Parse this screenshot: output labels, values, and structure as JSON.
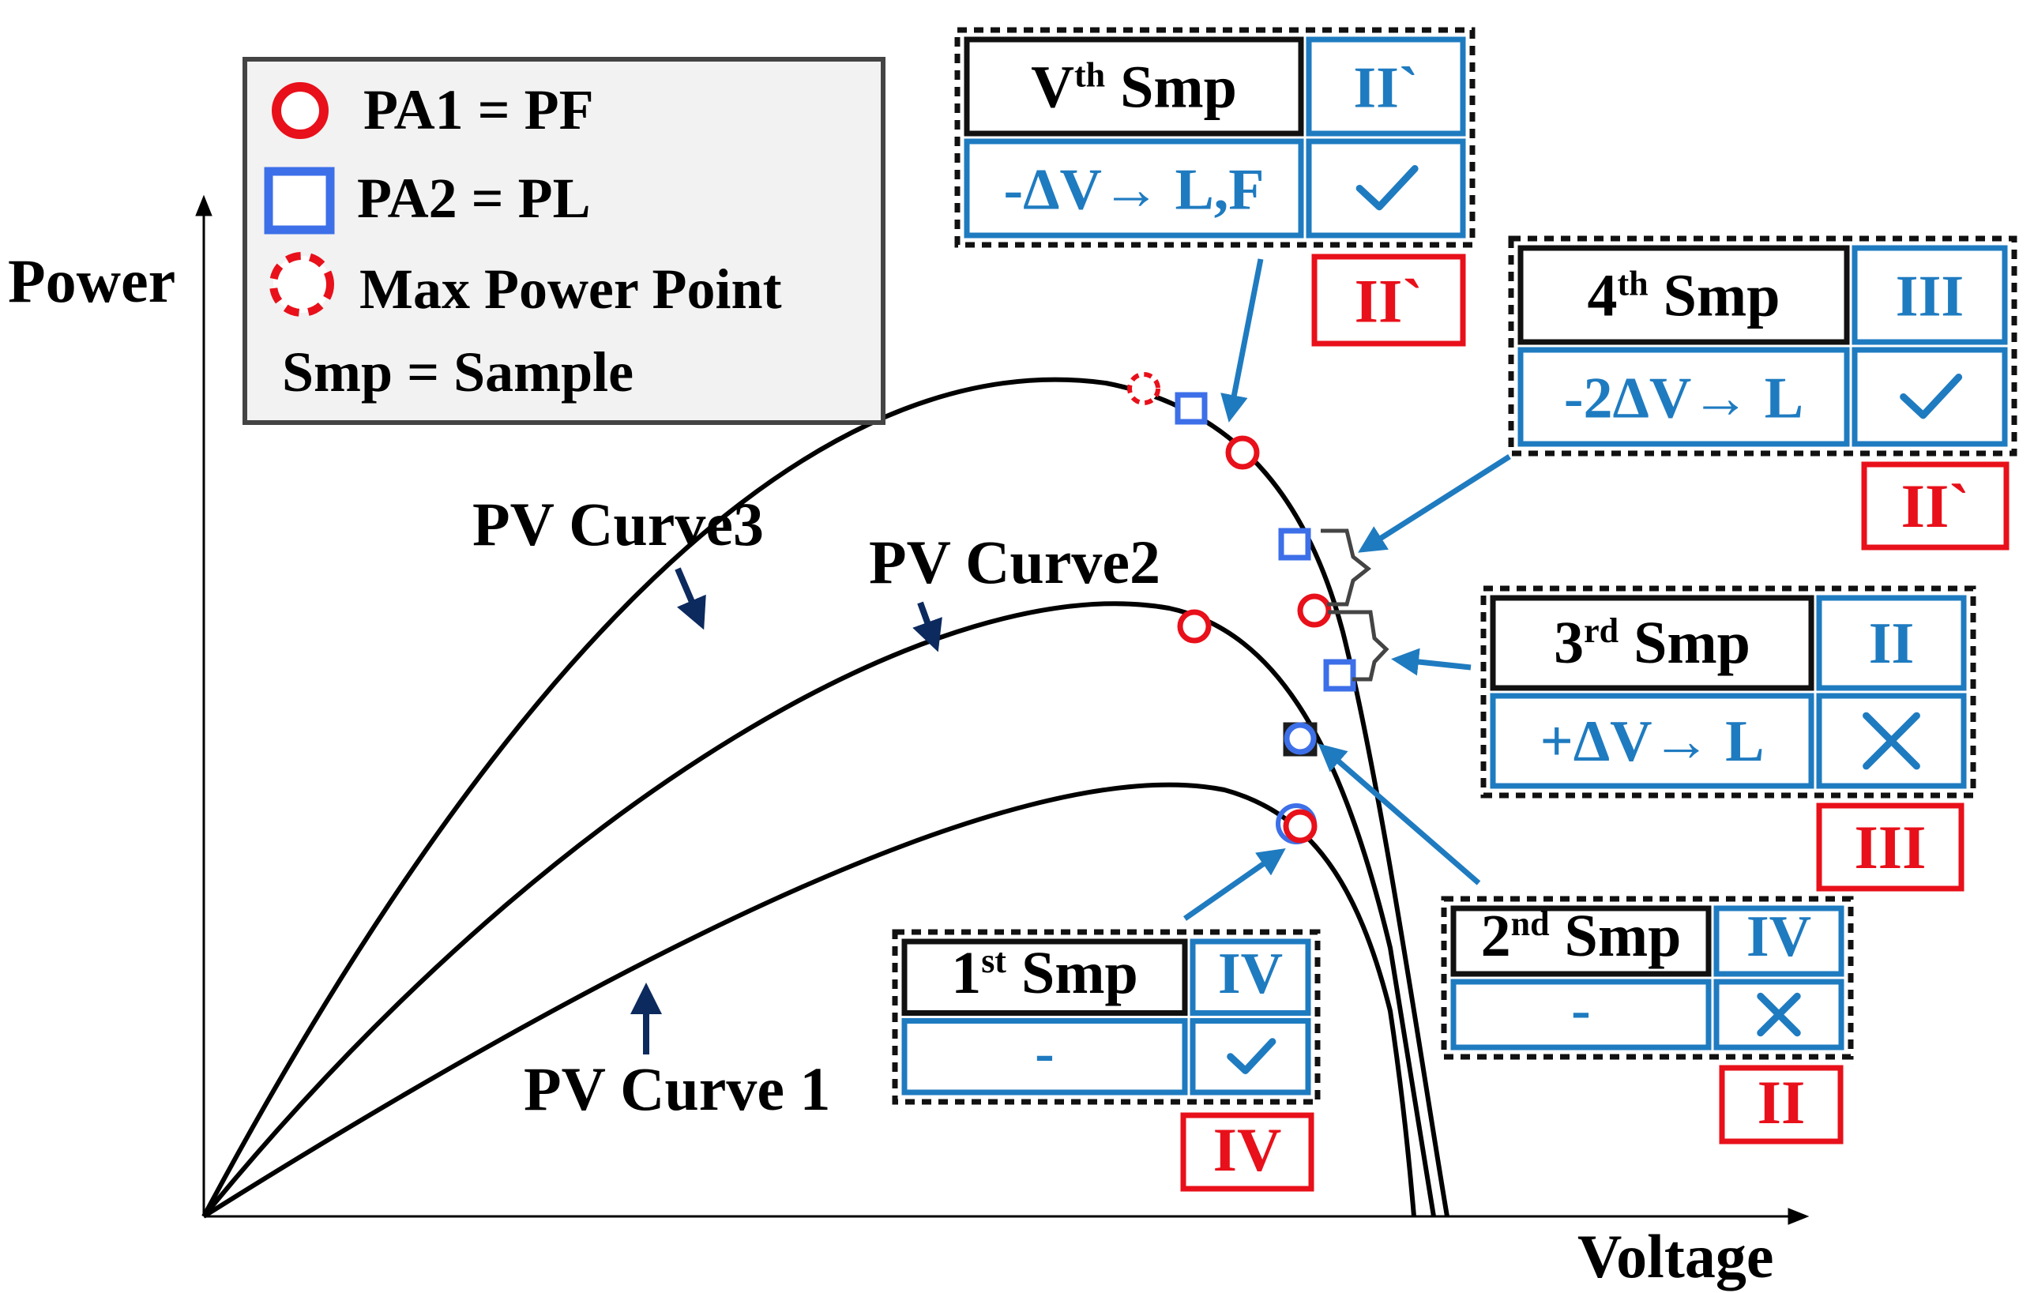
{
  "axes": {
    "x_label": "Voltage",
    "y_label": "Power"
  },
  "legend": {
    "pf": "PA1 = PF",
    "pl": "PA2 = PL",
    "mpp": "Max Power Point",
    "smp": "Smp = Sample"
  },
  "curves": {
    "c1": "PV Curve 1",
    "c2": "PV Curve2",
    "c3": "PV Curve3"
  },
  "samples": {
    "s1": {
      "num": "1",
      "sup": "st",
      "word": "Smp",
      "region": "IV",
      "action": "-",
      "result": "check",
      "below": "IV"
    },
    "s2": {
      "num": "2",
      "sup": "nd",
      "word": "Smp",
      "region": "IV",
      "action": "-",
      "result": "cross",
      "below": "II"
    },
    "s3": {
      "num": "3",
      "sup": "rd",
      "word": "Smp",
      "region": "II",
      "action": "+ΔV→ L",
      "result": "cross",
      "below": "III"
    },
    "s4": {
      "num": "4",
      "sup": "th",
      "word": "Smp",
      "region": "III",
      "action": "-2ΔV→ L",
      "result": "check",
      "below": "II`"
    },
    "s5": {
      "num": "V",
      "sup": "th",
      "word": "Smp",
      "region": "II`",
      "action": "-ΔV→ L,F",
      "result": "check",
      "below": "II`"
    }
  },
  "colors": {
    "pf": "#e8101a",
    "pl": "#3d6fe8",
    "box_blue": "#1f7bc0",
    "arrow_blue": "#1f7bc0",
    "curve": "#000000"
  }
}
